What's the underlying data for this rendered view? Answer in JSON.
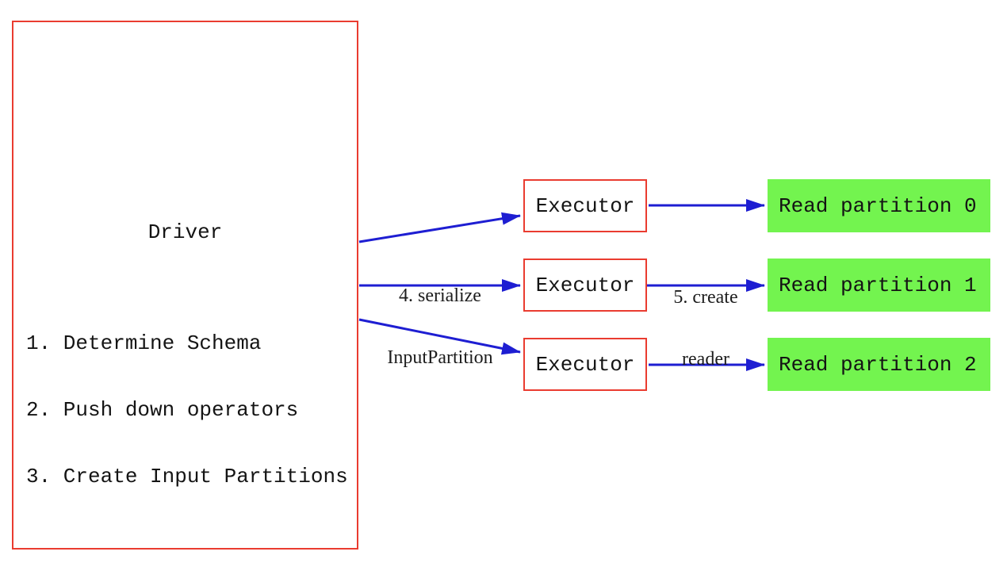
{
  "colors": {
    "box_border_red": "#ea3c30",
    "arrow_blue": "#1e1ed2",
    "partition_green": "#73f44f",
    "text_black": "#141414"
  },
  "driver": {
    "title": "Driver",
    "steps": [
      "1. Determine Schema",
      "2. Push down operators",
      "3. Create Input Partitions"
    ]
  },
  "executors": [
    {
      "label": "Executor"
    },
    {
      "label": "Executor"
    },
    {
      "label": "Executor"
    }
  ],
  "partitions": [
    {
      "label": "Read partition 0"
    },
    {
      "label": "Read partition 1"
    },
    {
      "label": "Read partition 2"
    }
  ],
  "arrow_labels": {
    "serialize": {
      "line1": "4. serialize",
      "line2": "InputPartition"
    },
    "create_reader": {
      "line1": "5. create",
      "line2": "reader"
    }
  }
}
